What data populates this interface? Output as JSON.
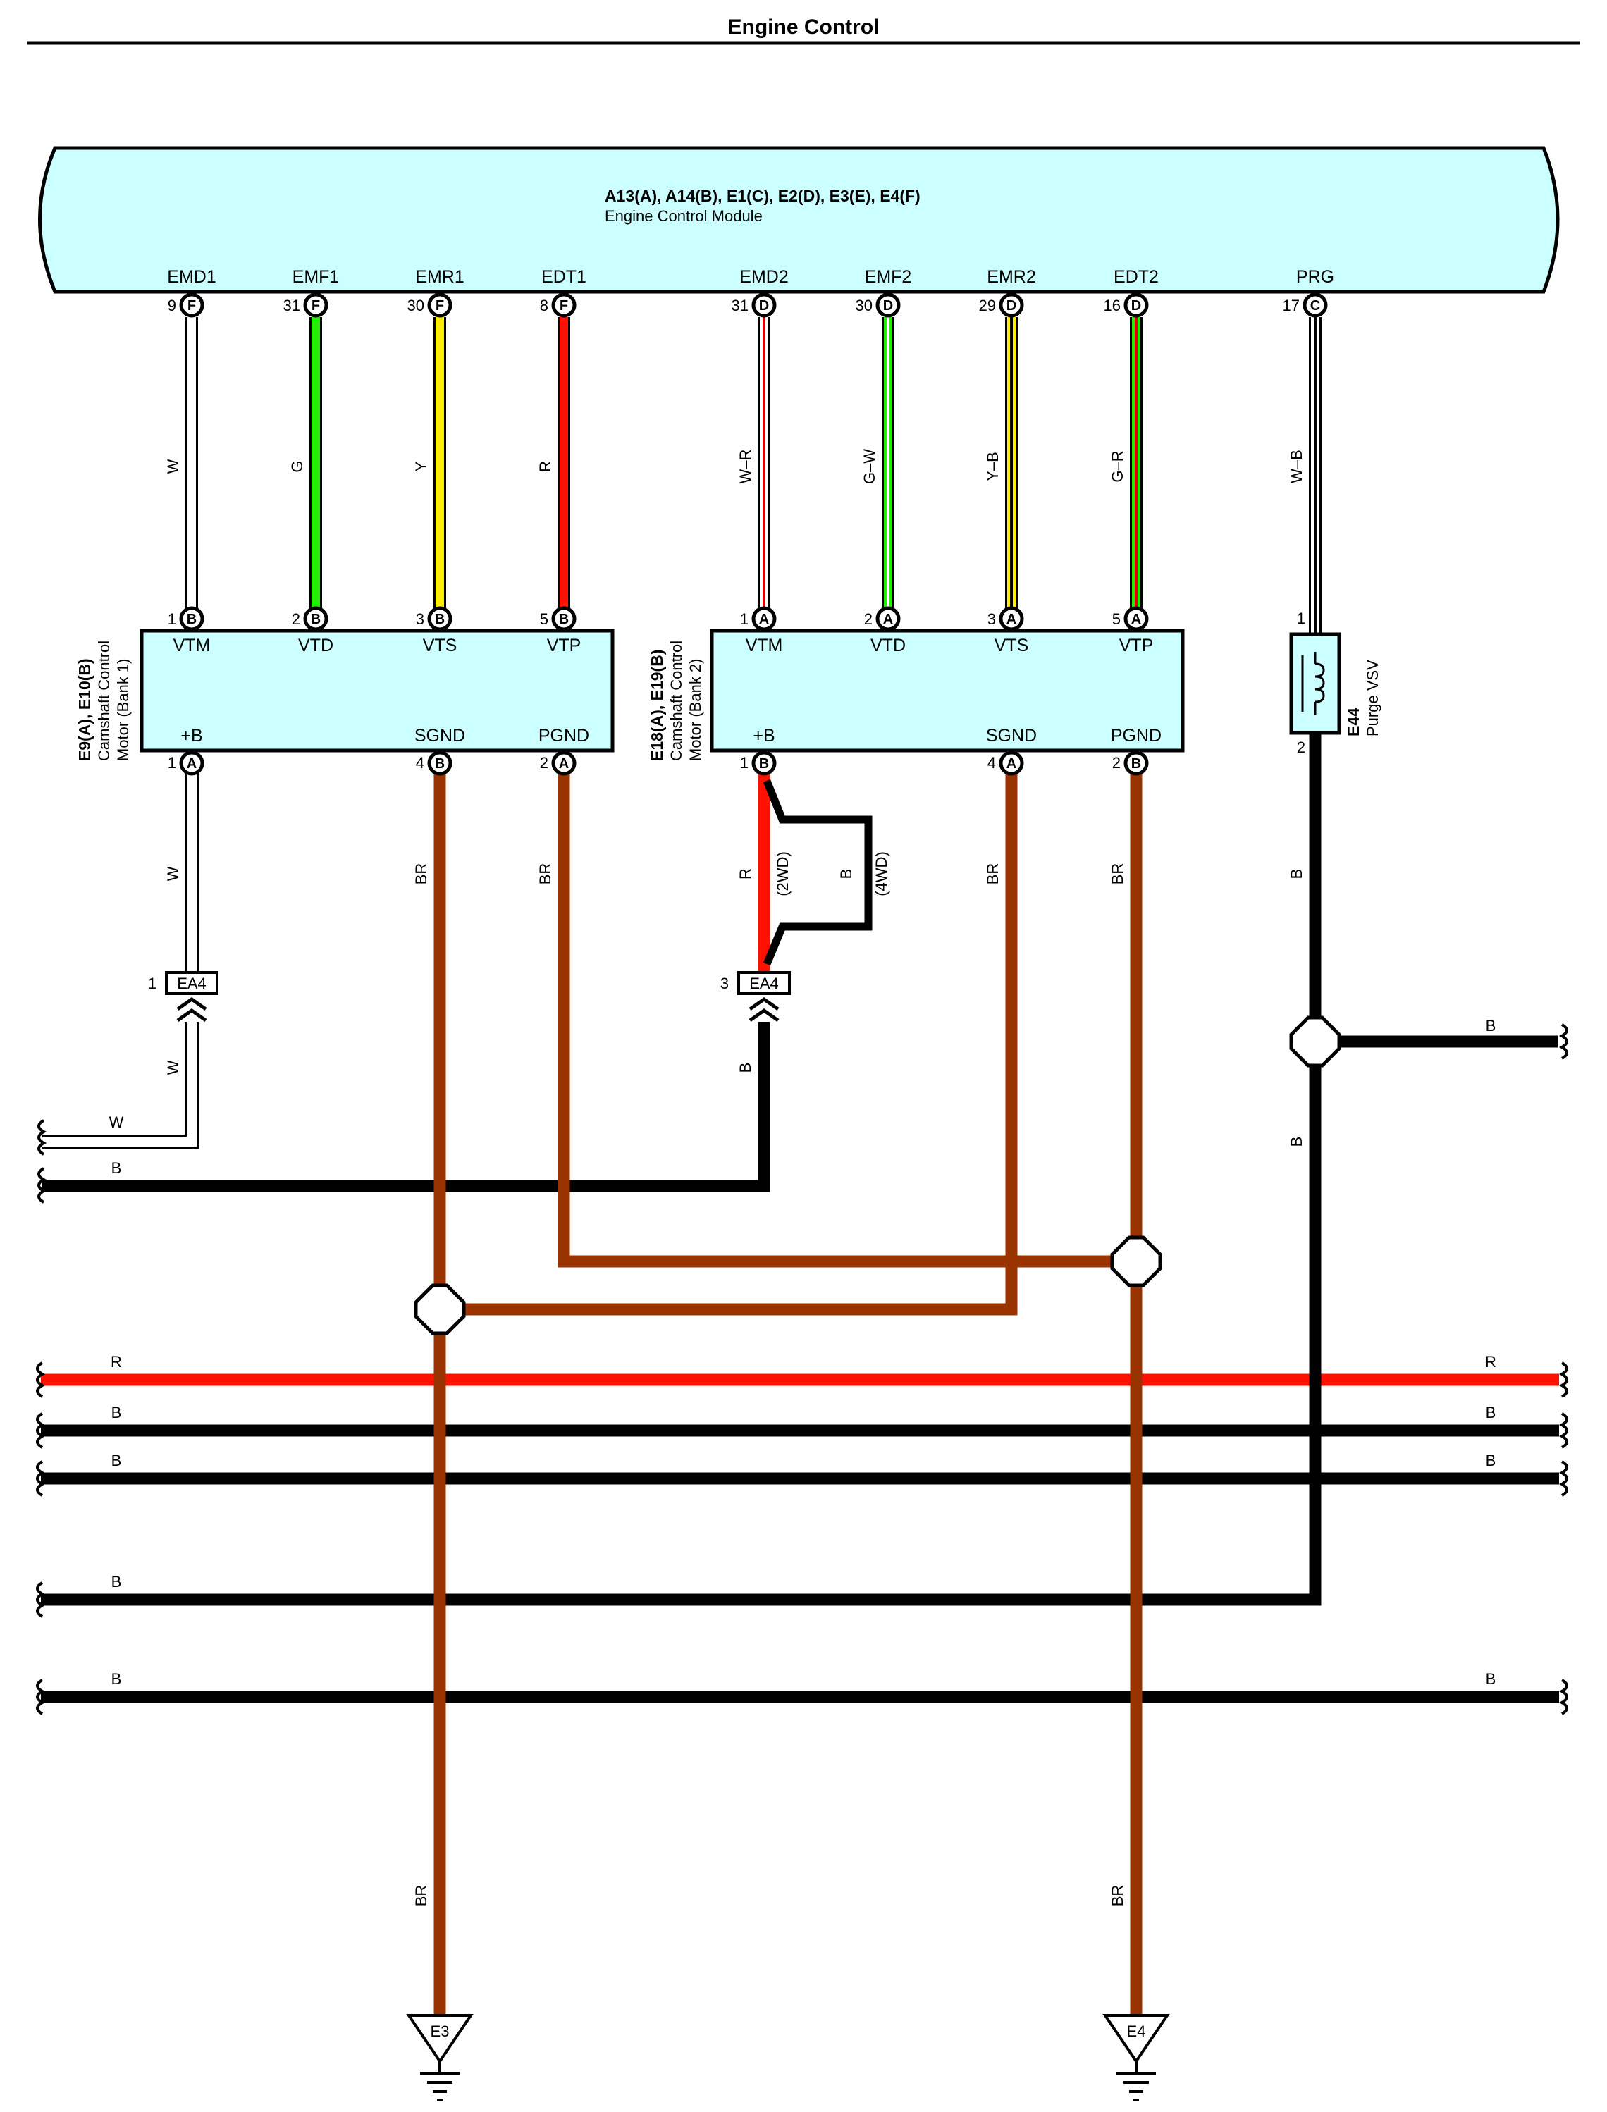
{
  "page_title": "Engine Control",
  "ecm": {
    "connectors": "A13(A), A14(B), E1(C), E2(D), E3(E), E4(F)",
    "name": "Engine Control Module",
    "pins": [
      {
        "label": "EMD1",
        "num": "9",
        "conn": "F",
        "color": "#ffffff",
        "stripe": "",
        "wire": "W"
      },
      {
        "label": "EMF1",
        "num": "31",
        "conn": "F",
        "color": "#22ee00",
        "stripe": "",
        "wire": "G"
      },
      {
        "label": "EMR1",
        "num": "30",
        "conn": "F",
        "color": "#ffee00",
        "stripe": "",
        "wire": "Y"
      },
      {
        "label": "EDT1",
        "num": "8",
        "conn": "F",
        "color": "#ff1100",
        "stripe": "",
        "wire": "R"
      },
      {
        "label": "EMD2",
        "num": "31",
        "conn": "D",
        "color": "#ffffff",
        "stripe": "#dd0000",
        "wire": "W–R"
      },
      {
        "label": "EMF2",
        "num": "30",
        "conn": "D",
        "color": "#22ee00",
        "stripe": "#ffffff",
        "wire": "G–W"
      },
      {
        "label": "EMR2",
        "num": "29",
        "conn": "D",
        "color": "#ffee00",
        "stripe": "#000000",
        "wire": "Y–B"
      },
      {
        "label": "EDT2",
        "num": "16",
        "conn": "D",
        "color": "#22ee00",
        "stripe": "#dd0000",
        "wire": "G–R"
      },
      {
        "label": "PRG",
        "num": "17",
        "conn": "C",
        "color": "#ffffff",
        "stripe": "#000000",
        "wire": "W–B"
      }
    ]
  },
  "motor1": {
    "id": "E9(A), E10(B)",
    "name_1": "Camshaft Control",
    "name_2": "Motor (Bank 1)",
    "top_pins": [
      {
        "label": "VTM",
        "num": "1",
        "conn": "B"
      },
      {
        "label": "VTD",
        "num": "2",
        "conn": "B"
      },
      {
        "label": "VTS",
        "num": "3",
        "conn": "B"
      },
      {
        "label": "VTP",
        "num": "5",
        "conn": "B"
      }
    ],
    "bottom_pins": [
      {
        "label": "+B",
        "num": "1",
        "conn": "A",
        "wire": "W"
      },
      {
        "label": "SGND",
        "num": "4",
        "conn": "B",
        "wire": "BR"
      },
      {
        "label": "PGND",
        "num": "2",
        "conn": "A",
        "wire": "BR"
      }
    ]
  },
  "motor2": {
    "id": "E18(A), E19(B)",
    "name_1": "Camshaft Control",
    "name_2": "Motor (Bank 2)",
    "top_pins": [
      {
        "label": "VTM",
        "num": "1",
        "conn": "A"
      },
      {
        "label": "VTD",
        "num": "2",
        "conn": "A"
      },
      {
        "label": "VTS",
        "num": "3",
        "conn": "A"
      },
      {
        "label": "VTP",
        "num": "5",
        "conn": "A"
      }
    ],
    "bottom_pins": [
      {
        "label": "+B",
        "num": "1",
        "conn": "B",
        "wire": "R"
      },
      {
        "label": "SGND",
        "num": "4",
        "conn": "A",
        "wire": "BR"
      },
      {
        "label": "PGND",
        "num": "2",
        "conn": "B",
        "wire": "BR"
      }
    ]
  },
  "purge_vsv": {
    "id": "E44",
    "name": "Purge VSV",
    "pin_top": "1",
    "pin_bottom": "2",
    "wire_below": "B",
    "wire_branch": "B",
    "wire_lower": "B"
  },
  "junction_1": {
    "num": "1",
    "name": "EA4",
    "wire_above": "W",
    "wire_below": "W"
  },
  "junction_2": {
    "num": "3",
    "name": "EA4",
    "wire_below": "B"
  },
  "variant": {
    "wire_2wd": "R",
    "label_2wd": "(2WD)",
    "wire_4wd": "B",
    "label_4wd": "(4WD)"
  },
  "left_wires": {
    "w_label": "W",
    "b_label": "B"
  },
  "buses": [
    {
      "left": "R",
      "right": "R",
      "color": "#ff1100"
    },
    {
      "left": "B",
      "right": "B",
      "color": "#000000"
    },
    {
      "left": "B",
      "right": "B",
      "color": "#000000"
    },
    {
      "left": "B",
      "right": "",
      "color": "#000000"
    },
    {
      "left": "B",
      "right": "B",
      "color": "#000000"
    }
  ],
  "ground_wire_label": "BR",
  "grounds": [
    "E3",
    "E4"
  ],
  "colors": {
    "ecm_fill": "#ccffff",
    "brown": "#993300",
    "red": "#ff1100",
    "green": "#22ee00",
    "yellow": "#ffee00",
    "black": "#000000"
  }
}
